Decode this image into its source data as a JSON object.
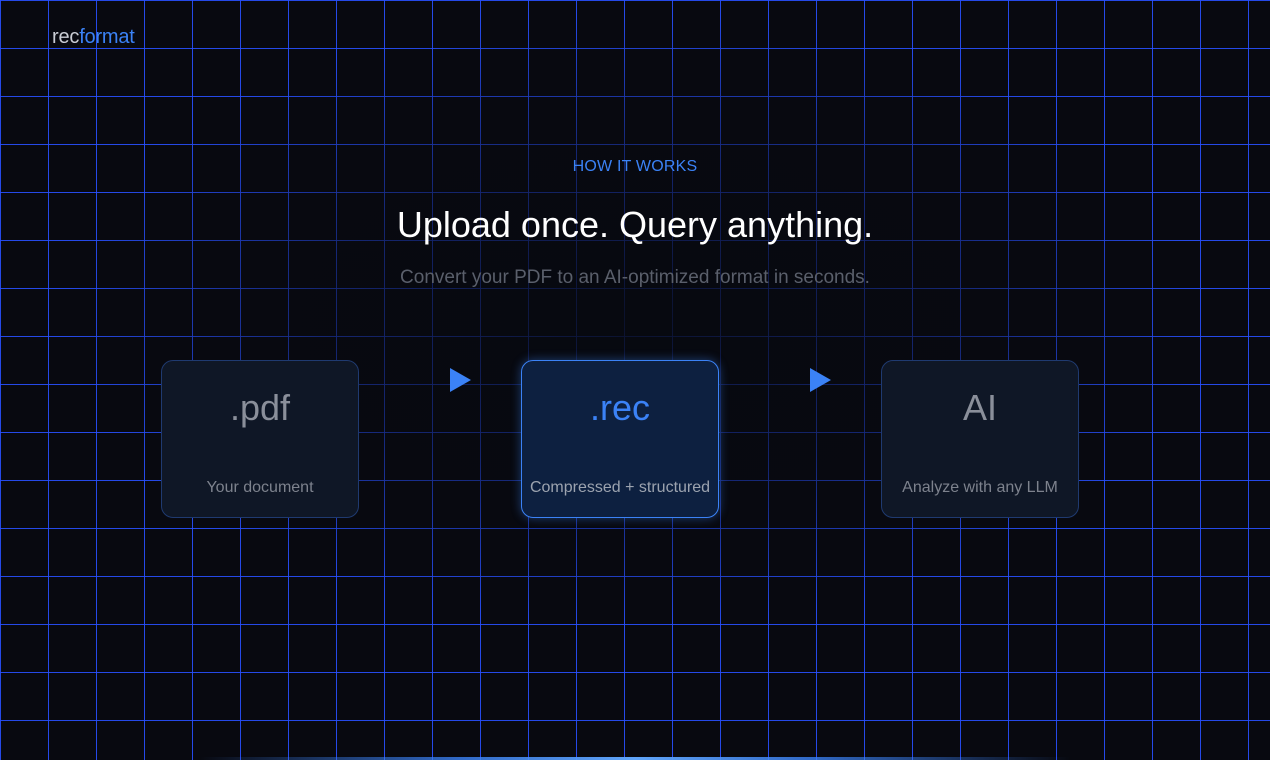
{
  "brand": {
    "logo_part1": "rec",
    "logo_part2": "format",
    "accent_color": "#3b82f6"
  },
  "section": {
    "eyebrow": "HOW IT WORKS",
    "headline": "Upload once. Query anything.",
    "subhead": "Convert your PDF to an AI-optimized format in seconds."
  },
  "steps": [
    {
      "ext": ".pdf",
      "caption": "Your document",
      "active": false
    },
    {
      "ext": ".rec",
      "caption": "Compressed + structured",
      "active": true
    },
    {
      "ext": "AI",
      "caption": "Analyze with any LLM",
      "active": false
    }
  ],
  "arrows": [
    {
      "icon": "play-arrow-icon"
    },
    {
      "icon": "play-arrow-icon"
    }
  ],
  "colors": {
    "background": "#080910",
    "grid": "#2850ff",
    "card_bg": "#0f1726",
    "card_active_bg": "#0d2040"
  }
}
